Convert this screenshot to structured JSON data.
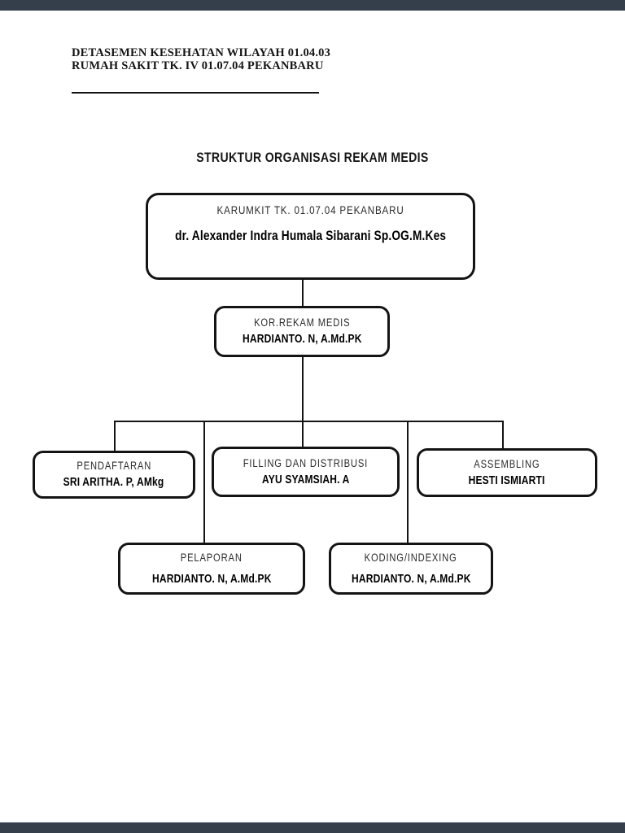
{
  "document": {
    "header": {
      "line1": "DETASEMEN KESEHATAN WILAYAH 01.04.03",
      "line2": "RUMAH SAKIT TK. IV 01.07.04 PEKANBARU"
    },
    "title": "STRUKTUR ORGANISASI REKAM MEDIS"
  },
  "nodes": {
    "karumkit": {
      "label": "KARUMKIT TK. 01.07.04 PEKANBARU",
      "name": "dr. Alexander Indra Humala Sibarani Sp.OG.M.Kes"
    },
    "koordinator": {
      "label": "KOR.REKAM MEDIS",
      "name": "HARDIANTO. N, A.Md.PK"
    },
    "pendaftaran": {
      "label": "PENDAFTARAN",
      "name": "SRI ARITHA. P, AMkg"
    },
    "filling": {
      "label": "FILLING DAN DISTRIBUSI",
      "name": "AYU SYAMSIAH. A"
    },
    "assembling": {
      "label": "ASSEMBLING",
      "name": "HESTI ISMIARTI"
    },
    "pelaporan": {
      "label": "PELAPORAN",
      "name": "HARDIANTO. N, A.Md.PK"
    },
    "koding": {
      "label": "KODING/INDEXING",
      "name": "HARDIANTO. N, A.Md.PK"
    }
  },
  "colors": {
    "letterbox": "#343F4B",
    "ink": "#141414",
    "page_background": "#FFFFFF"
  }
}
